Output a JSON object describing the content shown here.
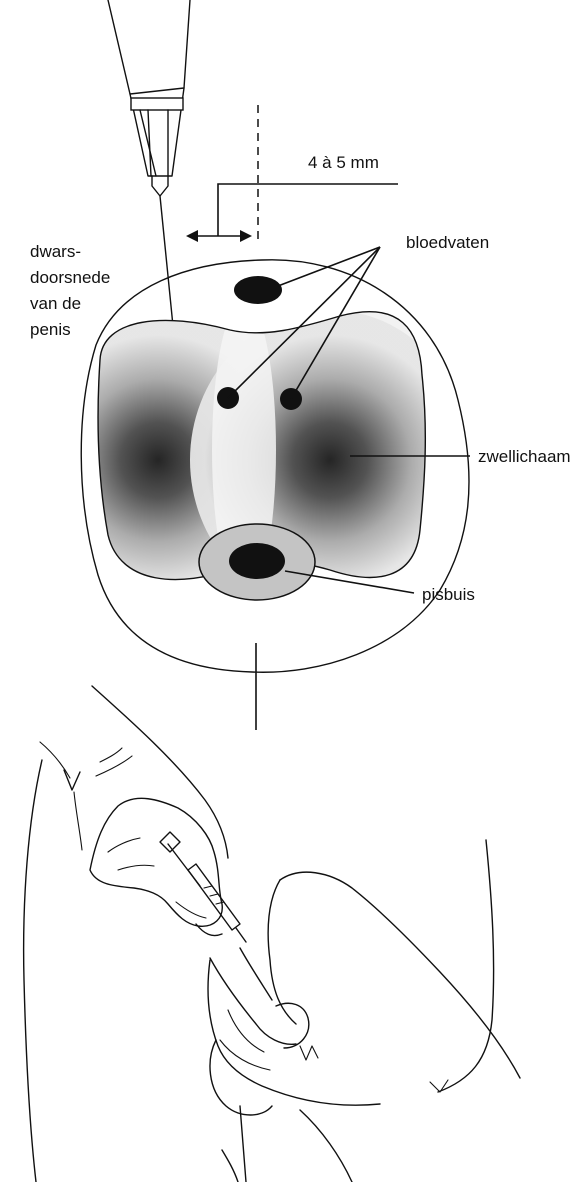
{
  "labels": {
    "dimension": "4 à 5 mm",
    "cross_section": [
      "dwars-",
      "doorsnede",
      "van de",
      "penis"
    ],
    "blood_vessels": "bloedvaten",
    "erectile_body": "zwellichaam",
    "urethra": "pisbuis"
  },
  "colors": {
    "ink": "#111111",
    "urethra_sheath": "#c4c4c4",
    "tissue_dark": "#1e1e1e",
    "tissue_light": "#f0f0f0"
  }
}
